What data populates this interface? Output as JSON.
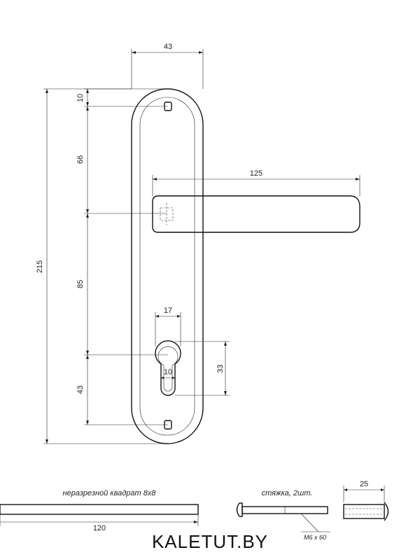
{
  "dimensions": {
    "plate_width": "43",
    "top_hole_offset": "10",
    "handle_to_hole": "66",
    "handle_length": "125",
    "total_height": "215",
    "handle_to_cylinder": "85",
    "cylinder_width": "17",
    "cylinder_bottom_width": "10",
    "cylinder_height": "33",
    "cylinder_to_bottom": "43"
  },
  "parts": {
    "spindle_caption": "неразрезной квадрат 8х8",
    "spindle_length": "120",
    "screw_caption": "стяжка, 2шт.",
    "screw_spec": "М6 х 60",
    "sleeve_length": "25"
  },
  "brand": "KALETUT.BY"
}
